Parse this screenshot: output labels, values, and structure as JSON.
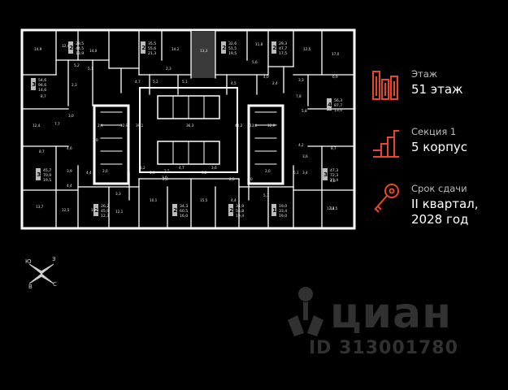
{
  "floor": {
    "label": "Этаж",
    "value": "51 этаж"
  },
  "section": {
    "label": "Секция 1",
    "value": "5 корпус"
  },
  "deadline": {
    "label": "Срок сдачи",
    "value_line1": "II квартал,",
    "value_line2": "2028 год"
  },
  "compass": {
    "n": "Ю",
    "e": "З",
    "w": "В",
    "s": "С"
  },
  "watermark": {
    "brand": "циан",
    "id": "ID 313001780"
  },
  "accent_color": "#e8462a",
  "apartments": [
    {
      "rooms": "2",
      "a": "28,5",
      "b": "44,5",
      "c": "13,9"
    },
    {
      "rooms": "2",
      "a": "35,5",
      "b": "55,6",
      "c": "21,3"
    },
    {
      "rooms": "2",
      "a": "32,6",
      "b": "51,5",
      "c": "19,5"
    },
    {
      "rooms": "2",
      "a": "29,3",
      "b": "47,7",
      "c": "17,5"
    },
    {
      "rooms": "3",
      "a": "54,6",
      "b": "94,6",
      "c": "14,6"
    },
    {
      "rooms": "4",
      "a": "56,3",
      "b": "87,7",
      "c": "13,0"
    },
    {
      "rooms": "3",
      "a": "45,7",
      "b": "70,9",
      "c": "19,5"
    },
    {
      "rooms": "3",
      "a": "47,3",
      "b": "72,3",
      "c": "21,4"
    },
    {
      "rooms": "2",
      "a": "26,2",
      "b": "45,9",
      "c": "12,3"
    },
    {
      "rooms": "2",
      "a": "34,3",
      "b": "60,5",
      "c": "16,0"
    },
    {
      "rooms": "2",
      "a": "34,9",
      "b": "56,8",
      "c": "19,4"
    },
    {
      "rooms": "1",
      "a": "19,0",
      "b": "33,4",
      "c": "19,0"
    }
  ],
  "room_areas": [
    "14,9",
    "12,4",
    "14,0",
    "14,2",
    "13,3",
    "11,8",
    "12,5",
    "17,0",
    "8,7",
    "6,9",
    "12,4",
    "5,2",
    "2,3",
    "5,1",
    "4,7",
    "5,2",
    "2,3",
    "5,1",
    "4,5",
    "5,6",
    "4,0",
    "2,4",
    "3,3",
    "7,8",
    "5,8",
    "3,0",
    "2,9",
    "12,9",
    "39,1",
    "36,3",
    "40,2",
    "13,0",
    "12,9",
    "2,9",
    "7,7",
    "4,6",
    "8,7",
    "4,2",
    "3,6",
    "8,7",
    "3,4",
    "4,4",
    "2,0",
    "5,1",
    "2,5",
    "3,2",
    "3,6",
    "3,0",
    "4,7",
    "5,2",
    "2,5",
    "2,0",
    "5,1",
    "2,6",
    "4,0",
    "3,9",
    "4,4",
    "3,3",
    "10,1",
    "15,5",
    "4,4",
    "5,3",
    "12,4",
    "13,7",
    "12,5",
    "15,9",
    "13,5",
    "12,1",
    "4,2"
  ]
}
